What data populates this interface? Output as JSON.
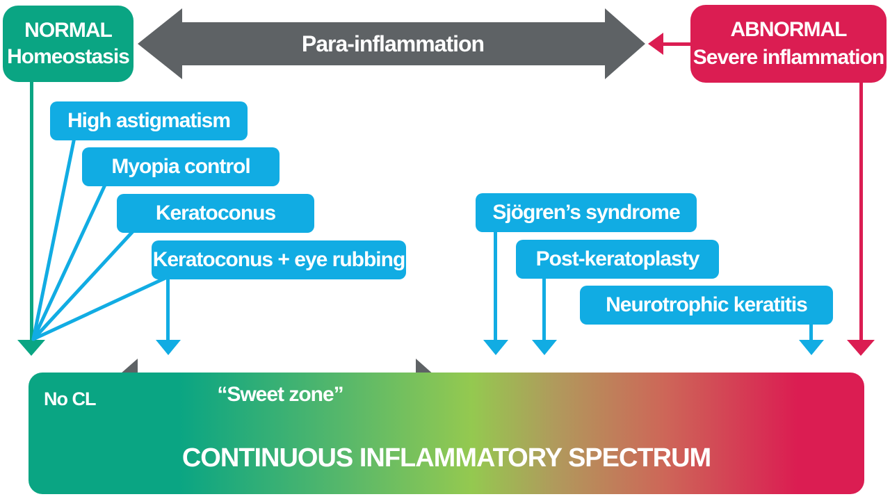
{
  "boxes": {
    "normal": {
      "line1": "NORMAL",
      "line2": "Homeostasis"
    },
    "abnormal": {
      "line1": "ABNORMAL",
      "line2": "Severe inflammation"
    }
  },
  "arrows": {
    "para": "Para-inflammation",
    "sweet": "“Sweet zone”"
  },
  "conditions_left": [
    "High astigmatism",
    "Myopia control",
    "Keratoconus",
    "Keratoconus + eye rubbing"
  ],
  "conditions_right": [
    "Sjögren’s syndrome",
    "Post-keratoplasty",
    "Neurotrophic keratitis"
  ],
  "spectrum": {
    "no_cl": "No CL",
    "title": "CONTINUOUS INFLAMMATORY SPECTRUM"
  },
  "colors": {
    "normal_green": "#0aa583",
    "abnormal_red": "#db1d52",
    "condition_blue": "#11ace3",
    "arrow_gray": "#5e6265",
    "spectrum_mid_green": "#94c950"
  }
}
